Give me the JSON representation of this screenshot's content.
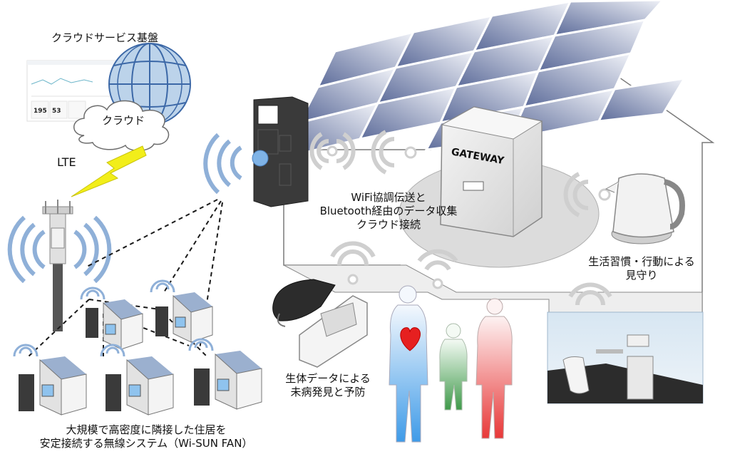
{
  "labels": {
    "cloud_service_platform": "クラウドサービス基盤",
    "cloud": "クラウド",
    "lte": "LTE",
    "gateway": "GATEWAY",
    "wifi_line1": "WiFi協調伝送と",
    "wifi_line2": "Bluetooth経由のデータ収集",
    "wifi_line3": "クラウド接続",
    "lifestyle_line1": "生活習慣・行動による",
    "lifestyle_line2": "見守り",
    "biodata_line1": "生体データによる",
    "biodata_line2": "未病発見と予防",
    "wisun_line1": "大規模で高密度に隣接した住居を",
    "wisun_line2": "安定接続する無線システム（Wi-SUN FAN）",
    "dashboard_value_1": "195",
    "dashboard_value_2": "53"
  },
  "colors": {
    "solar_panel_dark": "#5a6a98",
    "solar_panel_light": "#eef1f8",
    "wifi_blue": "#8fb0d8",
    "lightning_yellow": "#f2ee1a",
    "heart_red": "#e62020",
    "meter_dark": "#333333"
  }
}
